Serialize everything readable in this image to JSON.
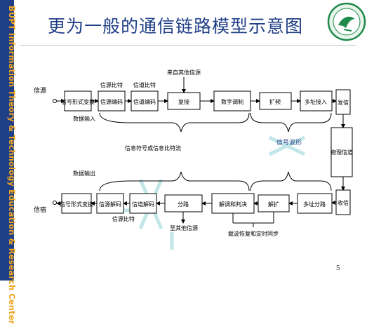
{
  "sidebar": {
    "text": "BUPT Information Theory & Technology Education & Research Center"
  },
  "title": "更为一般的通信链路模型示意图",
  "page_number": "5",
  "diagram": {
    "top_row": {
      "source_label": "信源",
      "blocks": [
        "信号形式变换",
        "信源编码",
        "信道编码",
        "复接",
        "数字调制",
        "扩频",
        "多址接入"
      ],
      "label_source_rate": "信源比特",
      "label_channel_rate": "信道比特",
      "label_from_other": "来自其他信源",
      "label_data_input": "数据输入"
    },
    "right_column": {
      "transmit": "发信",
      "channel": "物理信道",
      "receive": "收信"
    },
    "bottom_row": {
      "sink_label": "信宿",
      "blocks": [
        "信号形式变换",
        "信源解码",
        "信道解码",
        "分路",
        "解调和判决",
        "解扩",
        "多址分路"
      ],
      "label_source_rate": "信源比特",
      "label_to_other": "至其他信源",
      "label_data_output": "数据输出",
      "label_sync": "载波恢复和定时同步"
    },
    "middle_labels": {
      "symbol_rate": "信息符号或信息比特流",
      "waveform": "信号波形"
    }
  }
}
